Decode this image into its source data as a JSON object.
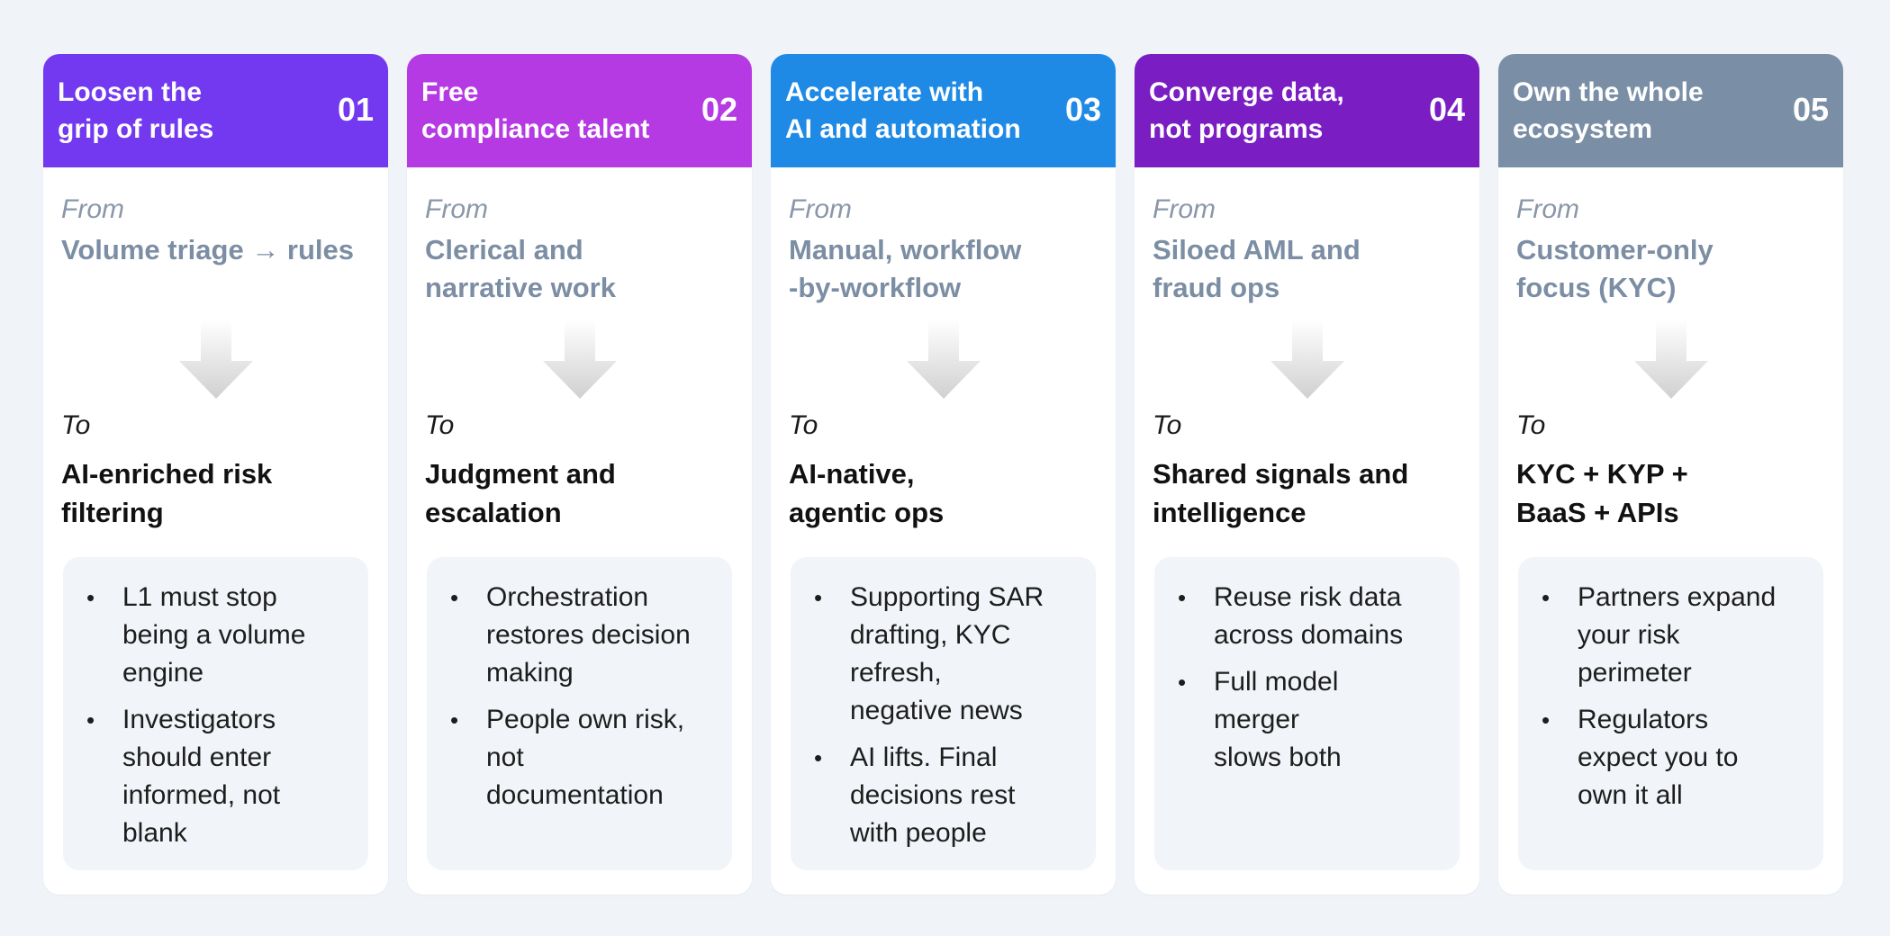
{
  "colors": {
    "background": "#f0f4f8",
    "card": "#ffffff",
    "from_text": "#7c8ea4",
    "bullet_box": "#f1f4f8"
  },
  "labels": {
    "from": "From",
    "to": "To",
    "bullet_glyph": "•"
  },
  "columns": [
    {
      "title": "Loosen the\ngrip of rules",
      "number": "01",
      "header_color": "#7339f0",
      "from": "Volume triage → rules",
      "to": "AI-enriched risk\nfiltering",
      "bullets": [
        "L1 must stop\nbeing a volume\nengine",
        "Investigators\nshould enter\ninformed, not\nblank"
      ]
    },
    {
      "title": "Free\ncompliance talent",
      "number": "02",
      "header_color": "#b53ae4",
      "from": "Clerical and\nnarrative work",
      "to": "Judgment and\nescalation",
      "bullets": [
        "Orchestration\nrestores decision\nmaking",
        "People own risk,\nnot\ndocumentation"
      ]
    },
    {
      "title": "Accelerate with\nAI and automation",
      "number": "03",
      "header_color": "#1e8ae6",
      "from": "Manual, workflow\n-by-workflow",
      "to": "AI-native,\nagentic ops",
      "bullets": [
        "Supporting SAR\ndrafting, KYC\nrefresh,\nnegative news",
        "AI lifts. Final\ndecisions rest\nwith people"
      ]
    },
    {
      "title": "Converge data,\nnot programs",
      "number": "04",
      "header_color": "#7a1ec4",
      "from": "Siloed AML and\nfraud ops",
      "to": "Shared signals and\nintelligence",
      "bullets": [
        "Reuse risk data\nacross domains",
        "Full model\nmerger\nslows both"
      ]
    },
    {
      "title": "Own the whole\necosystem",
      "number": "05",
      "header_color": "#7a8fa6",
      "from": "Customer-only\nfocus (KYC)",
      "to": "KYC + KYP +\nBaaS + APIs",
      "bullets": [
        "Partners expand\nyour risk\nperimeter",
        "Regulators\nexpect you to\nown it all"
      ]
    }
  ]
}
